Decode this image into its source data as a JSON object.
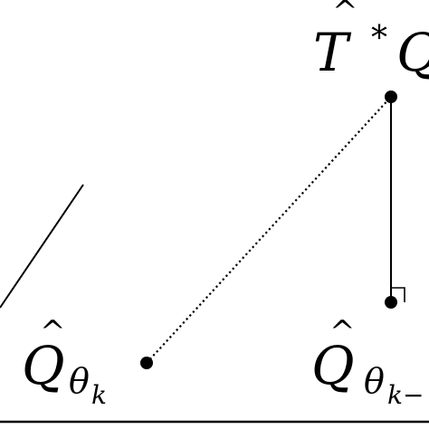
{
  "labels": {
    "top": {
      "symbol": "T",
      "hat": "^",
      "star": "*",
      "trailing_symbol": "Q"
    },
    "bottom_left": {
      "symbol": "Q",
      "hat": "^",
      "subscript": "θ",
      "sub_subscript": "k"
    },
    "bottom_right": {
      "symbol": "Q",
      "hat": "^",
      "subscript": "θ",
      "sub_subscript": "k−"
    }
  },
  "colors": {
    "ink": "#000000",
    "background": "#ffffff"
  }
}
